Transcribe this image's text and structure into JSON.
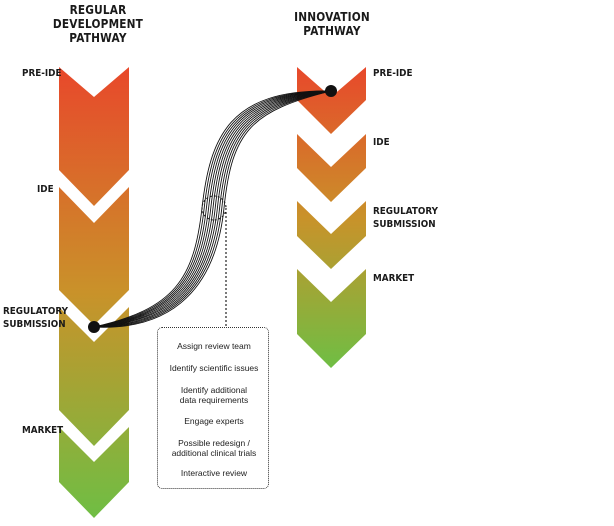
{
  "regular": {
    "title": [
      "REGULAR",
      "DEVELOPMENT",
      "PATHWAY"
    ],
    "stages": [
      {
        "lines": [
          "PRE-IDE"
        ]
      },
      {
        "lines": [
          "IDE"
        ]
      },
      {
        "lines": [
          "REGULATORY",
          "SUBMISSION"
        ]
      },
      {
        "lines": [
          "MARKET"
        ]
      }
    ]
  },
  "innovation": {
    "title": [
      "INNOVATION",
      "PATHWAY"
    ],
    "stages": [
      {
        "lines": [
          "PRE-IDE"
        ]
      },
      {
        "lines": [
          "IDE"
        ]
      },
      {
        "lines": [
          "REGULATORY",
          "SUBMISSION"
        ]
      },
      {
        "lines": [
          "MARKET"
        ]
      }
    ]
  },
  "callout": {
    "steps": [
      {
        "lines": [
          "Assign review team"
        ]
      },
      {
        "lines": [
          "Identify scientific issues"
        ]
      },
      {
        "lines": [
          "Identify additional",
          "data requirements"
        ]
      },
      {
        "lines": [
          "Engage experts"
        ]
      },
      {
        "lines": [
          "Possible redesign /",
          "additional clinical trials"
        ]
      },
      {
        "lines": [
          "Interactive review"
        ]
      }
    ]
  },
  "colors": {
    "top": "#e8482b",
    "mid": "#c9922a",
    "bottom": "#6fbe44",
    "separator": "#ffffff",
    "ink": "#111111"
  }
}
